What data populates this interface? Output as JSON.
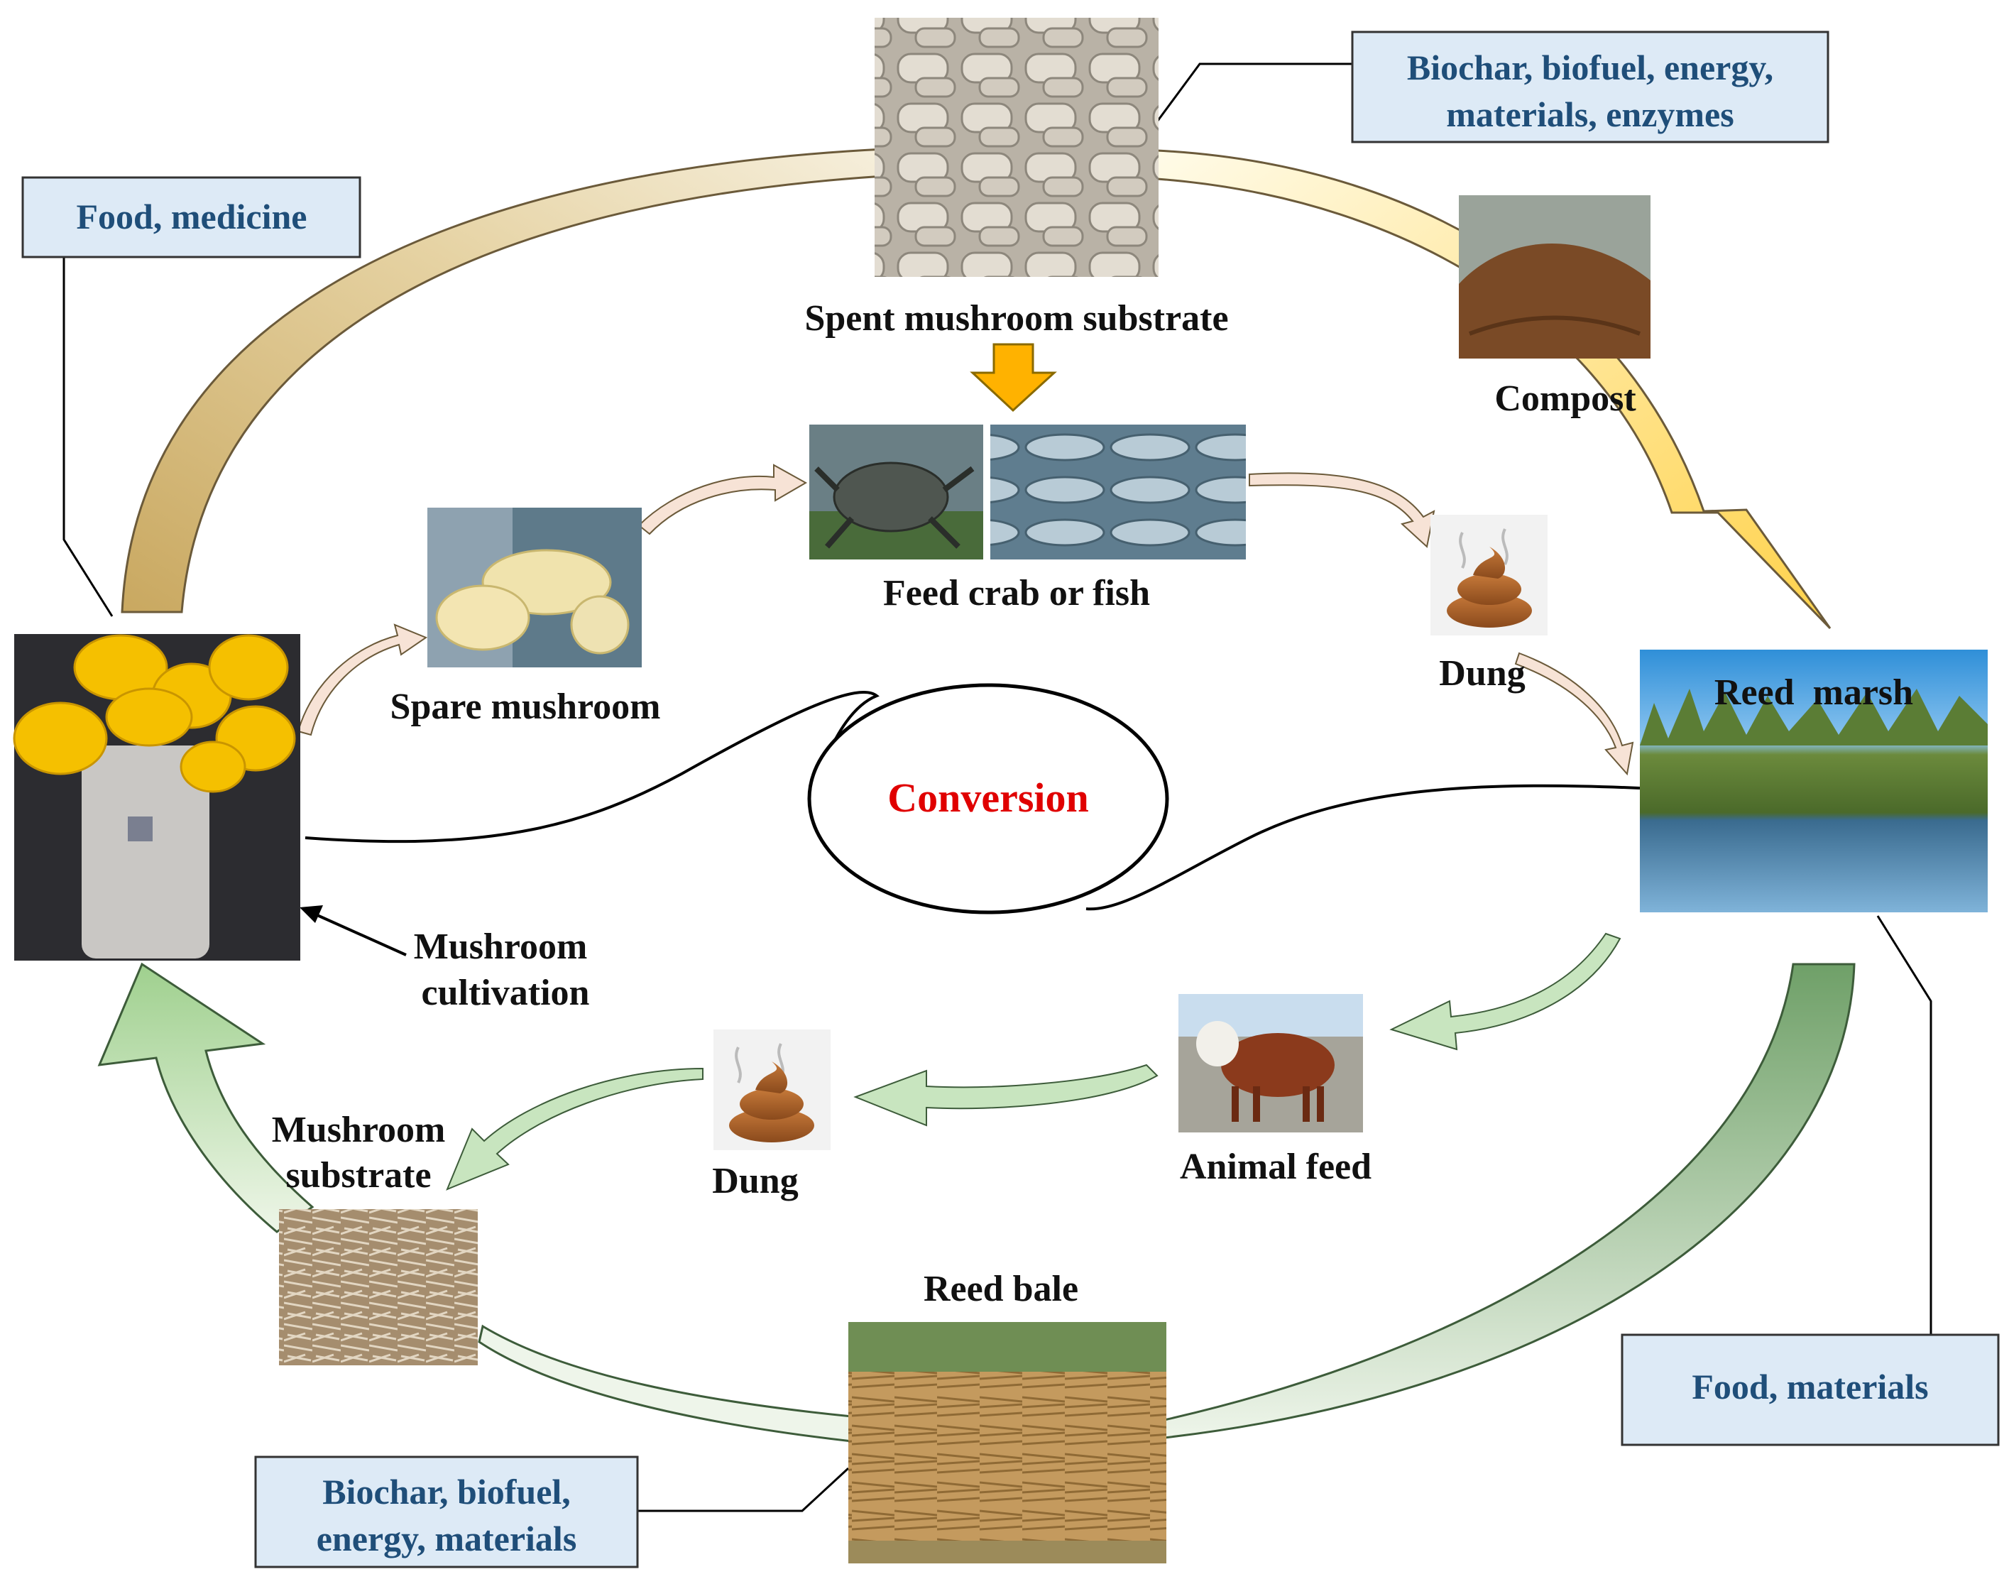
{
  "diagram": {
    "center_label": "Conversion",
    "labels": {
      "spent_substrate": "Spent mushroom substrate",
      "feed": "Feed crab or fish",
      "compost": "Compost",
      "spare_mushroom": "Spare mushroom",
      "dung_top": "Dung",
      "reed_marsh": "Reed  marsh",
      "mushroom_cultivation_line1": "Mushroom",
      "mushroom_cultivation_line2": "cultivation",
      "mushroom_substrate_line1": "Mushroom",
      "mushroom_substrate_line2": "substrate",
      "dung_bottom": "Dung",
      "animal_feed": "Animal feed",
      "reed_bale": "Reed bale"
    },
    "boxes": {
      "top_right_line1": "Biochar, biofuel, energy,",
      "top_right_line2": "materials, enzymes",
      "top_left": "Food, medicine",
      "bottom_right": "Food, materials",
      "bottom_left_line1": "Biochar, biofuel,",
      "bottom_left_line2": "energy, materials"
    }
  },
  "colors": {
    "box_fill": "#ddeaf6",
    "box_text": "#1f4e79",
    "conversion_text": "#e00000",
    "gold_arrow": "#d4b46a",
    "yellow_arrow": "#ffd85a",
    "green_arrow": "#8fc48a",
    "pale_arrow": "#f7e3d6",
    "down_arrow": "#ffb200"
  }
}
